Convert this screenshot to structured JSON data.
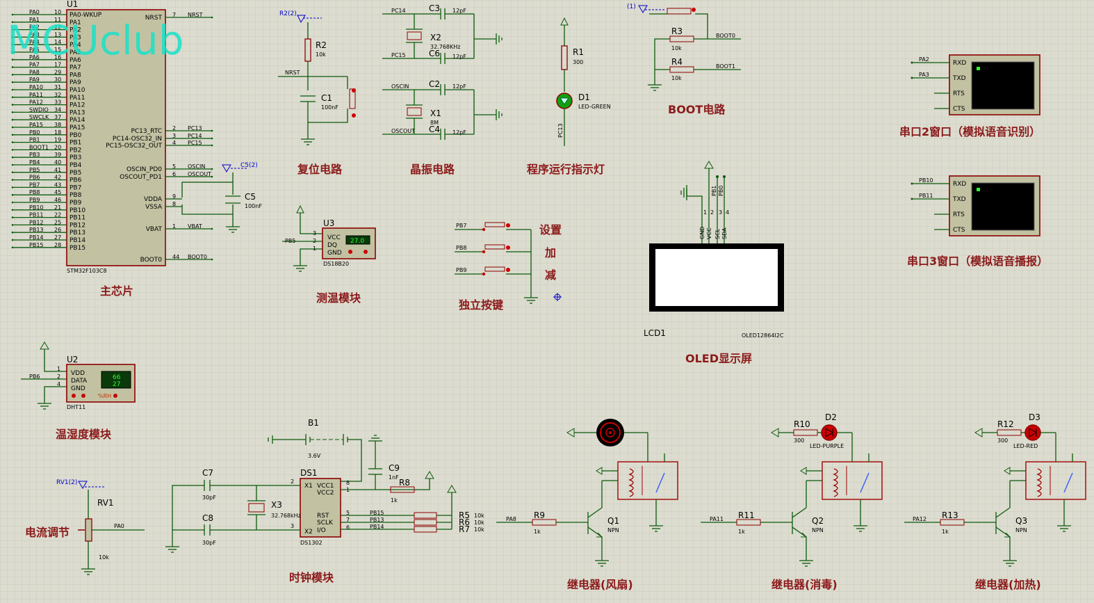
{
  "watermark": "MCUclub",
  "colors": {
    "background": "#dcdcd0",
    "grid": "#c6c6b4",
    "wire": "#0b5a0b",
    "component_outline": "#8b0000",
    "section_title": "#8b1a1a",
    "watermark": "#19e0c8",
    "probe": "#0000cc"
  },
  "sections": {
    "main_chip": "主芯片",
    "reset": "复位电路",
    "crystal": "晶振电路",
    "indicator": "程序运行指示灯",
    "boot": "BOOT电路",
    "uart2": "串口2窗口（模拟语音识别）",
    "uart3": "串口3窗口（模拟语音播报）",
    "temp": "测温模块",
    "buttons": "独立按键",
    "oled": "OLED显示屏",
    "humidity": "温湿度模块",
    "current": "电流调节",
    "clock": "时钟模块",
    "relay_fan": "继电器(风扇)",
    "relay_disinfect": "继电器(消毒)",
    "relay_heat": "继电器(加热)"
  },
  "mcu": {
    "ref": "U1",
    "part": "STM32F103C8",
    "left_nets": [
      "PA0",
      "PA1",
      "PA2",
      "PA3",
      "PA4",
      "PA5",
      "PA6",
      "PA7",
      "PA8",
      "PA9",
      "PA10",
      "PA11",
      "PA12",
      "SWDIO",
      "SWCLK",
      "PA15",
      "PB0",
      "PB1",
      "BOOT1",
      "PB3",
      "PB4",
      "PB5",
      "PB6",
      "PB7",
      "PB8",
      "PB9",
      "PB10",
      "PB11",
      "PB12",
      "PB13",
      "PB14",
      "PB15"
    ],
    "left_numbers": [
      "10",
      "11",
      "12",
      "13",
      "14",
      "15",
      "16",
      "17",
      "29",
      "30",
      "31",
      "32",
      "33",
      "34",
      "37",
      "38",
      "18",
      "19",
      "20",
      "39",
      "40",
      "41",
      "42",
      "43",
      "45",
      "46",
      "21",
      "22",
      "25",
      "26",
      "27",
      "28"
    ],
    "left_pins": [
      "PA0-WKUP",
      "PA1",
      "PA2",
      "PA3",
      "PA4",
      "PA5",
      "PA6",
      "PA7",
      "PA8",
      "PA9",
      "PA10",
      "PA11",
      "PA12",
      "PA13",
      "PA14",
      "PA15",
      "PB0",
      "PB1",
      "PB2",
      "PB3",
      "PB4",
      "PB5",
      "PB6",
      "PB7",
      "PB8",
      "PB9",
      "PB10",
      "PB11",
      "PB12",
      "PB13",
      "PB14",
      "PB15"
    ],
    "right_pins": [
      {
        "name": "NRST",
        "num": "7",
        "net": "NRST"
      },
      {
        "name": "PC13_RTC",
        "num": "2",
        "net": "PC13"
      },
      {
        "name": "PC14-OSC32_IN",
        "num": "3",
        "net": "PC14"
      },
      {
        "name": "PC15-OSC32_OUT",
        "num": "4",
        "net": "PC15"
      },
      {
        "name": "OSCIN_PD0",
        "num": "5",
        "net": "OSCIN"
      },
      {
        "name": "OSCOUT_PD1",
        "num": "6",
        "net": "OSCOUT"
      },
      {
        "name": "VDDA",
        "num": "9",
        "net": ""
      },
      {
        "name": "VSSA",
        "num": "8",
        "net": ""
      },
      {
        "name": "VBAT",
        "num": "1",
        "net": "VBAT"
      },
      {
        "name": "BOOT0",
        "num": "44",
        "net": "BOOT0"
      }
    ],
    "probe": "C5(2)",
    "c5": {
      "ref": "C5",
      "value": "100nF"
    }
  },
  "reset": {
    "probe": "R2(2)",
    "r_ref": "R2",
    "r_val": "10k",
    "c_ref": "C1",
    "c_val": "100nF",
    "net": "NRST"
  },
  "crystal": {
    "c3": "C3",
    "c6": "C6",
    "c2": "C2",
    "c4": "C4",
    "cap_val": "12pF",
    "x2": "X2",
    "x2_val": "32.768KHz",
    "x1": "X1",
    "x1_val": "8M",
    "nets": [
      "PC14",
      "PC15",
      "OSCIN",
      "OSCOUT"
    ]
  },
  "led": {
    "r_ref": "R1",
    "r_val": "300",
    "d_ref": "D1",
    "d_val": "LED-GREEN",
    "net": "PC13"
  },
  "boot": {
    "probe": "(1)",
    "r3": "R3",
    "r3_val": "10k",
    "r4": "R4",
    "r4_val": "10k",
    "net0": "BOOT0",
    "net1": "BOOT1"
  },
  "uart2": {
    "nets": [
      "PA2",
      "PA3"
    ],
    "pins": [
      "RXD",
      "TXD",
      "RTS",
      "CTS"
    ]
  },
  "uart3": {
    "nets": [
      "PB10",
      "PB11"
    ],
    "pins": [
      "RXD",
      "TXD",
      "RTS",
      "CTS"
    ]
  },
  "ds18b20": {
    "ref": "U3",
    "part": "DS18B20",
    "reading": "27.0",
    "pins": [
      "VCC",
      "DQ",
      "GND"
    ],
    "nums": [
      "3",
      "2",
      "1"
    ],
    "net": "PB5"
  },
  "buttons": {
    "nets": [
      "PB7",
      "PB8",
      "PB9"
    ],
    "labels": [
      "设置",
      "加",
      "减"
    ]
  },
  "oled": {
    "ref": "LCD1",
    "part": "OLED12864I2C",
    "pins": [
      "GND",
      "VCC",
      "SCL",
      "SDA"
    ],
    "nums": [
      "1",
      "2",
      "3",
      "4"
    ],
    "nets": [
      "PB1",
      "PB0"
    ]
  },
  "dht11": {
    "ref": "U2",
    "part": "DHT11",
    "pins": [
      "VDD",
      "DATA",
      "GND"
    ],
    "nums": [
      "1",
      "2",
      "4"
    ],
    "net": "PB6",
    "humidity": "66",
    "temperature": "27",
    "unit": "%RH"
  },
  "pot": {
    "probe": "RV1(2)",
    "ref": "RV1",
    "value": "10k",
    "net": "PA0"
  },
  "rtc": {
    "b_ref": "B1",
    "b_val": "3.6V",
    "ref": "DS1",
    "part": "DS1302",
    "c7": "C7",
    "c7_val": "30pF",
    "c8": "C8",
    "c8_val": "30pF",
    "x3": "X3",
    "x3_val": "32.768kHz",
    "c9": "C9",
    "c9_val": "1nF",
    "r8": "R8",
    "r8_val": "1k",
    "pins_left": [
      "X1",
      "X2"
    ],
    "pins_left_nums": [
      "2",
      "3"
    ],
    "pins_right": [
      "VCC1",
      "VCC2",
      "RST",
      "SCLK",
      "I/O"
    ],
    "pins_right_nums": [
      "8",
      "1",
      "5",
      "7",
      "6"
    ],
    "nets": [
      "PB15",
      "PB13",
      "PB14"
    ],
    "resistors": [
      "R5",
      "R6",
      "R7"
    ],
    "res_vals": [
      "10k",
      "10k",
      "10k"
    ]
  },
  "relays": [
    {
      "net": "PA8",
      "r_ref": "R9",
      "r_val": "1k",
      "q_ref": "Q1",
      "q_type": "NPN"
    },
    {
      "net": "PA11",
      "r_ref": "R11",
      "r_val": "1k",
      "q_ref": "Q2",
      "q_type": "NPN",
      "led_r": "R10",
      "led_r_val": "300",
      "led_ref": "D2",
      "led_val": "LED-PURPLE"
    },
    {
      "net": "PA12",
      "r_ref": "R13",
      "r_val": "1k",
      "q_ref": "Q3",
      "q_type": "NPN",
      "led_r": "R12",
      "led_r_val": "300",
      "led_ref": "D3",
      "led_val": "LED-RED"
    }
  ]
}
